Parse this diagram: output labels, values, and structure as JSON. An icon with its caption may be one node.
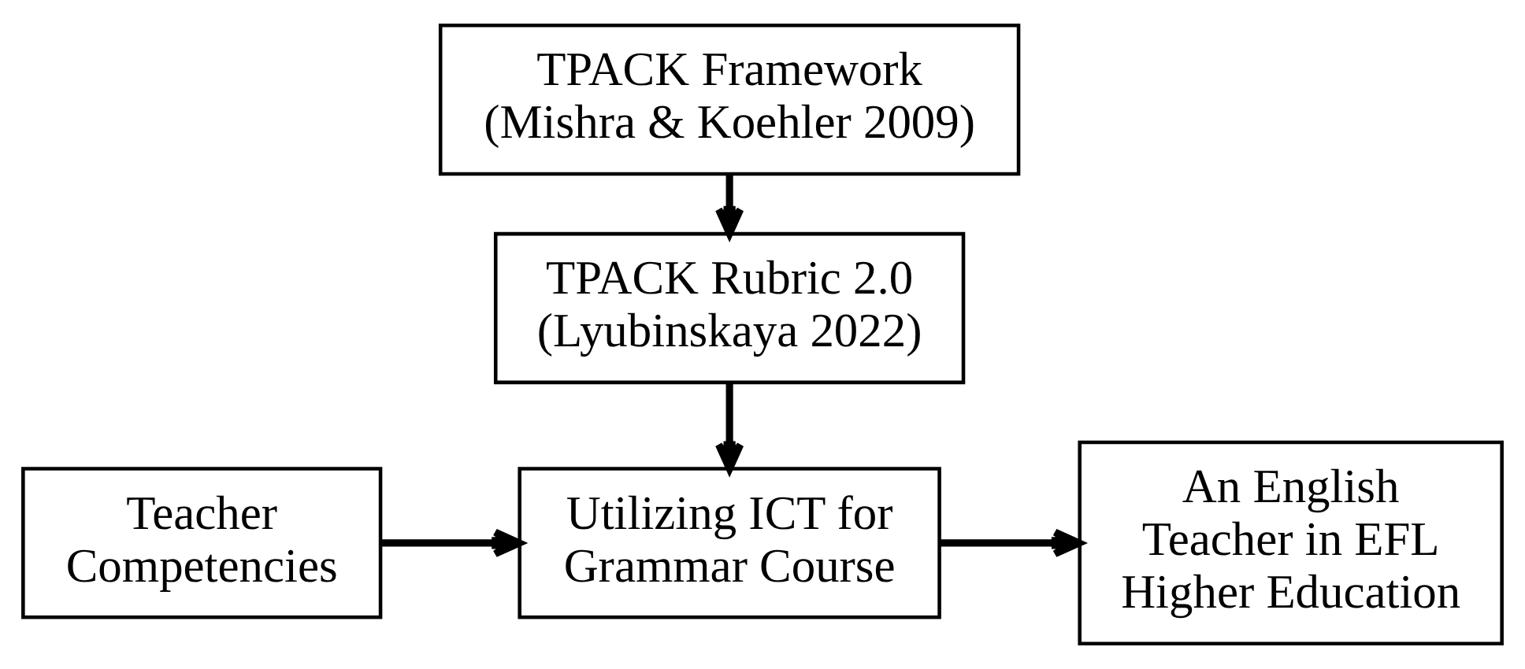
{
  "diagram": {
    "nodes": [
      {
        "text": [
          "TPACK Framework",
          "(Mishra & Koehler 2009)"
        ]
      },
      {
        "text": [
          "TPACK Rubric 2.0",
          "(Lyubinskaya 2022)"
        ]
      },
      {
        "text": [
          "Teacher Competencies"
        ]
      },
      {
        "text": [
          "Utilizing ICT for Grammar Course"
        ]
      },
      {
        "text": [
          "An English Teacher in EFL Higher Education"
        ]
      }
    ],
    "edges": [
      {
        "from": 0,
        "to": 1,
        "arrow": "to"
      },
      {
        "from": 1,
        "to": 3,
        "arrow": "to"
      },
      {
        "from": 2,
        "to": 3,
        "arrow": "to"
      },
      {
        "from": 3,
        "to": 4,
        "arrow": "to"
      }
    ]
  }
}
